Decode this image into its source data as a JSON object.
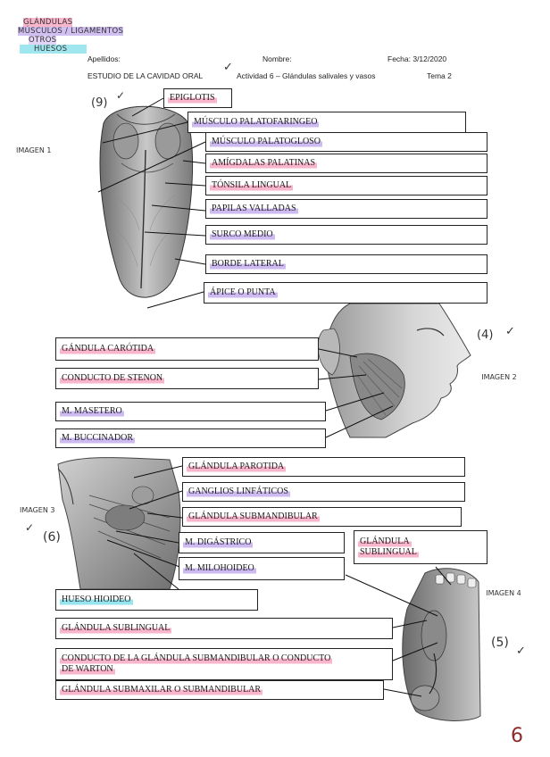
{
  "legend": {
    "glandulas": "GLÁNDULAS",
    "musculos": "MÚSCULOS / LIGAMENTOS",
    "otros": "OTROS",
    "huesos": "HUESOS"
  },
  "header": {
    "apellidos": "Apellidos:",
    "nombre": "Nombre:",
    "fecha": "Fecha: 3/12/2020",
    "course": "ESTUDIO DE LA CAVIDAD ORAL",
    "actividad": "Actividad 6 – Glándulas salivales y vasos",
    "tema": "Tema 2"
  },
  "notes": {
    "imagen1": "IMAGEN 1",
    "imagen2": "IMAGEN 2",
    "imagen3": "IMAGEN 3",
    "imagen4": "IMAGEN 4",
    "score1": "(9)",
    "score2": "(4)",
    "score3": "(6)",
    "score4": "(5)",
    "page_number": "6"
  },
  "labels": {
    "epiglotis": "EPIGLOTIS",
    "palatofaringeo": "MÚSCULO PALATOFARINGEO",
    "palatogloso": "MÚSCULO PALATOGLOSO",
    "amigdalas": "AMÍGDALAS PALATINAS",
    "tonsila": "TÓNSILA LINGUAL",
    "papilas": "PAPILAS VALLADAS",
    "surco": "SURCO MEDIO",
    "borde": "BORDE LATERAL",
    "apice": "ÁPICE O PUNTA",
    "carotida": "GÁNDULA CARÓTIDA",
    "stenon": "CONDUCTO DE STENON",
    "masetero": "M. MASETERO",
    "buccinador": "M. BUCCINADOR",
    "parotida": "GLÁNDULA PAROTIDA",
    "ganglios": "GANGLIOS LINFÁTICOS",
    "submandibular": "GLÁNDULA SUBMANDIBULAR",
    "digastrico": "M. DIGÁSTRICO",
    "sublingual_right_1": "GLÁNDULA",
    "sublingual_right_2": "SUBLINGUAL",
    "milohioideo": "M. MILOHOIDEO",
    "hioideo": "HUESO HIOIDEO",
    "sublingual": "GLÁNDULA SUBLINGUAL",
    "warton_1": "CONDUCTO DE LA GLÁNDULA SUBMANDIBULAR O CONDUCTO",
    "warton_2": "DE WARTON",
    "submaxilar": "GLÁNDULA SUBMAXILAR O SUBMANDIBULAR"
  }
}
